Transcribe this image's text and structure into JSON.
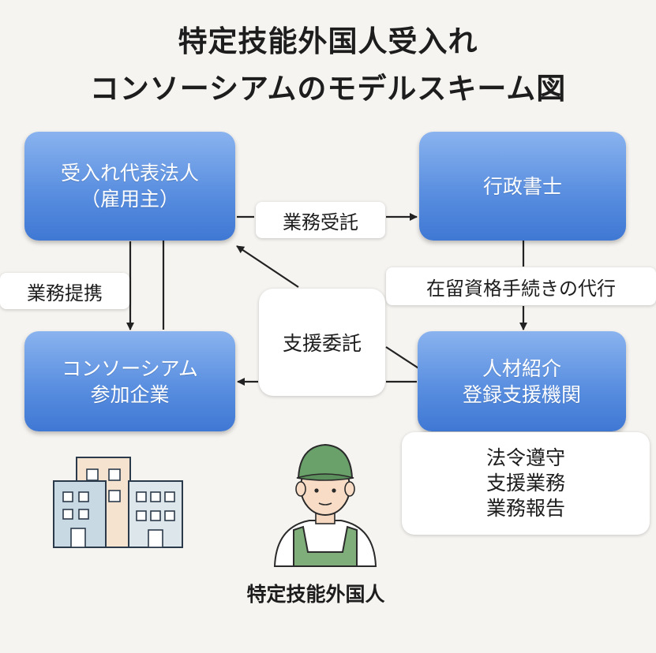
{
  "title": {
    "line1": "特定技能外国人受入れ",
    "line2": "コンソーシアムのモデルスキーム図"
  },
  "nodes": {
    "employer": {
      "line1": "受入れ代表法人",
      "line2": "（雇用主）"
    },
    "scrivener": {
      "line1": "行政書士"
    },
    "companies": {
      "line1": "コンソーシアム",
      "line2": "参加企業"
    },
    "support_org": {
      "line1": "人材紹介",
      "line2": "登録支援機関"
    }
  },
  "edge_labels": {
    "gyomu_jutaku": "業務受託",
    "gyomu_teikei": "業務提携",
    "zairyu": "在留資格手続きの代行",
    "shien_itaku": "支援委託"
  },
  "duties": [
    "法令遵守",
    "支援業務",
    "業務報告"
  ],
  "worker_label": "特定技能外国人",
  "icons": [
    "buildings-icon",
    "worker-icon"
  ],
  "colors": {
    "box_top": "#8ab3ef",
    "box_bottom": "#3f78d4",
    "background": "#f6f4f1",
    "text": "#1d1d1d",
    "cap": "#6aa06a"
  }
}
